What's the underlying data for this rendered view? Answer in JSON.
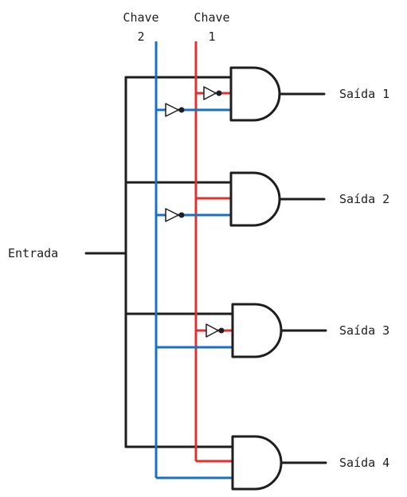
{
  "labels": {
    "chave2_line1": "Chave",
    "chave2_line2": "2",
    "chave1_line1": "Chave",
    "chave1_line2": "1",
    "entrada": "Entrada"
  },
  "outputs": [
    "Saída 1",
    "Saída 2",
    "Saída 3",
    "Saída 4"
  ],
  "colors": {
    "chave1": "#e03131",
    "chave2": "#1971c2",
    "wire": "#1e1e1e"
  }
}
